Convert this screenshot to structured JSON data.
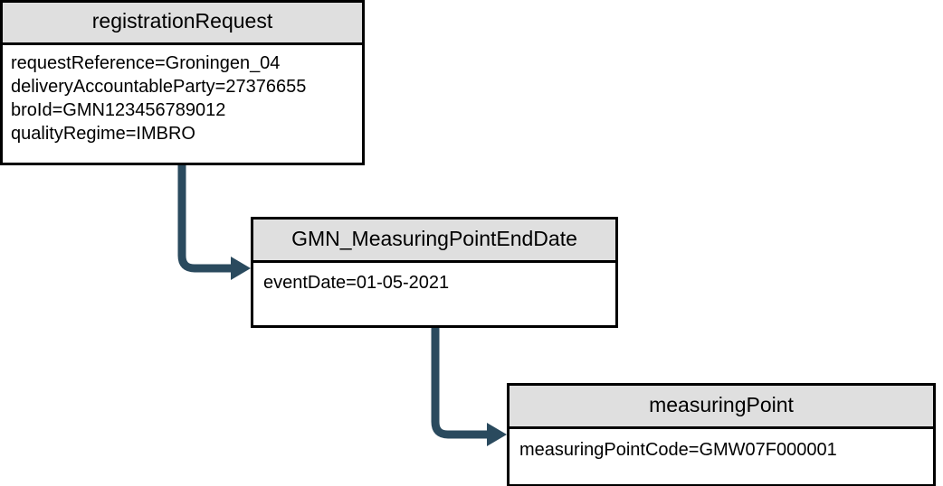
{
  "diagram": {
    "type": "uml-object-diagram",
    "background_color": "#ffffff",
    "header_fill": "#dfdfdf",
    "border_color": "#000000",
    "connector_color": "#2a4a5e",
    "boxes": [
      {
        "id": "registrationRequest",
        "title": "registrationRequest",
        "attributes": [
          "requestReference=Groningen_04",
          "deliveryAccountableParty=27376655",
          "broId=GMN123456789012",
          "qualityRegime=IMBRO"
        ]
      },
      {
        "id": "GMN_MeasuringPointEndDate",
        "title": "GMN_MeasuringPointEndDate",
        "attributes": [
          "eventDate=01-05-2021"
        ]
      },
      {
        "id": "measuringPoint",
        "title": "measuringPoint",
        "attributes": [
          "measuringPointCode=GMW07F000001"
        ]
      }
    ],
    "connectors": [
      {
        "id": "registrationRequest-to-endDate",
        "from": "registrationRequest",
        "to": "GMN_MeasuringPointEndDate",
        "style": "elbow-arrow"
      },
      {
        "id": "endDate-to-measuringPoint",
        "from": "GMN_MeasuringPointEndDate",
        "to": "measuringPoint",
        "style": "elbow-arrow"
      }
    ]
  }
}
